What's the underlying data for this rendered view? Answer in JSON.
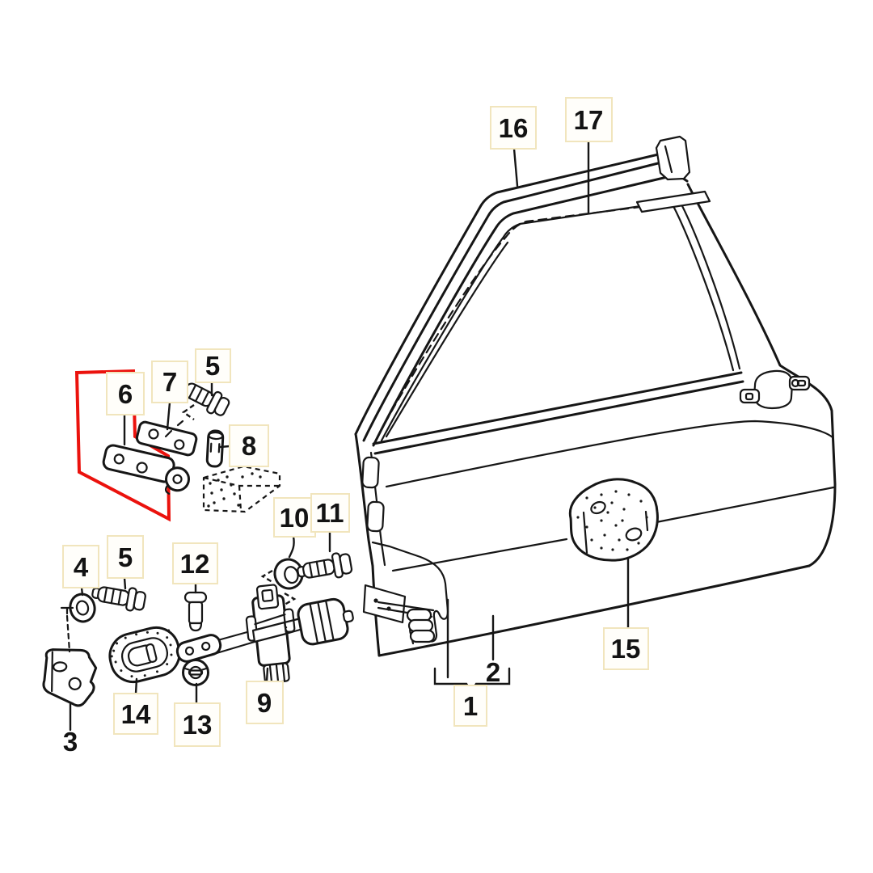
{
  "diagram": {
    "highlighted_part": "6",
    "colors": {
      "background": "#ffffff",
      "line_art": "#161616",
      "highlight_red": "#eb120d",
      "label_box_border": "#f1e5bd",
      "label_box_fill": "#fffefa"
    },
    "parts": {
      "p1": "1",
      "p2": "2",
      "p3": "3",
      "p4": "4",
      "p5a": "5",
      "p5b": "5",
      "p6": "6",
      "p7": "7",
      "p8": "8",
      "p9": "9",
      "p10": "10",
      "p11": "11",
      "p12": "12",
      "p13": "13",
      "p14": "14",
      "p15": "15",
      "p16": "16",
      "p17": "17"
    }
  }
}
